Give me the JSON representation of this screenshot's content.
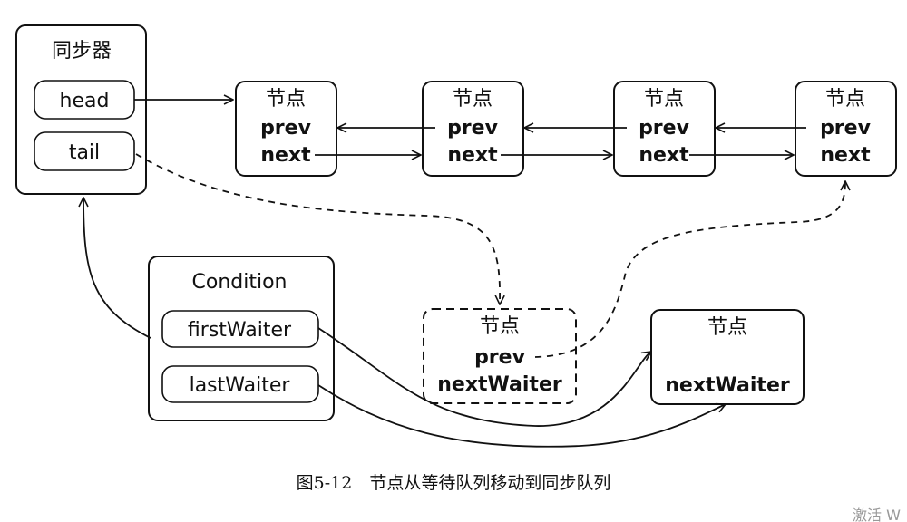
{
  "sync": {
    "title": "同步器",
    "head": "head",
    "tail": "tail"
  },
  "node_title": "节点",
  "prev": "prev",
  "next": "next",
  "condition": {
    "title": "Condition",
    "first": "firstWaiter",
    "last": "lastWaiter"
  },
  "moving_node": {
    "title": "节点",
    "prev": "prev",
    "nextWaiter": "nextWaiter"
  },
  "waiter_node": {
    "title": "节点",
    "nextWaiter": "nextWaiter"
  },
  "caption": "图5-12　节点从等待队列移动到同步队列",
  "watermark": "激活 W"
}
